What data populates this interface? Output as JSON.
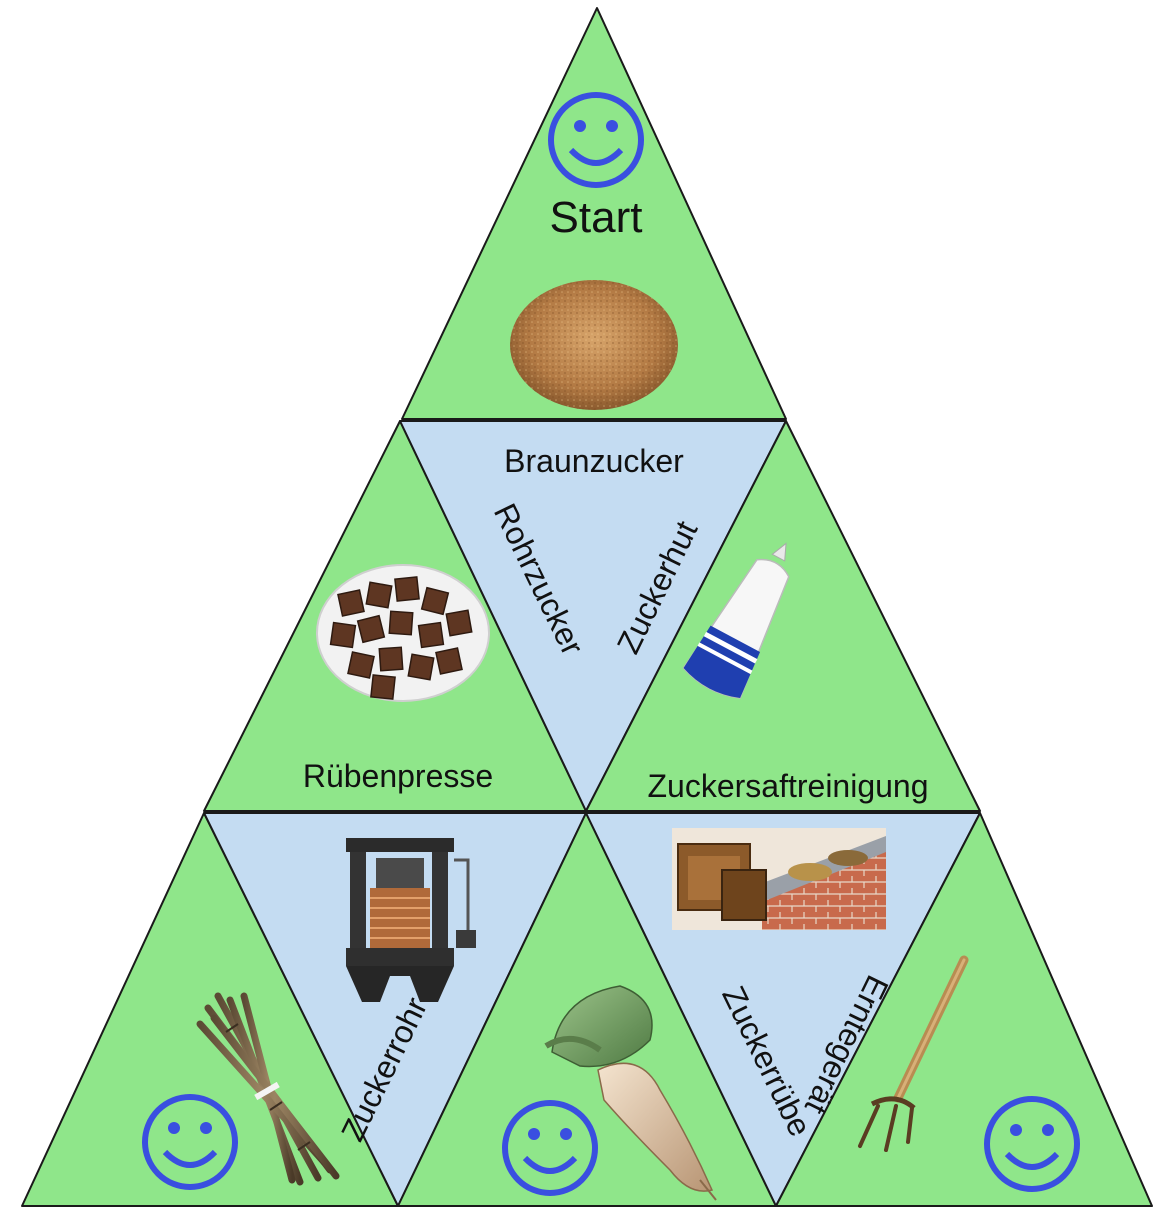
{
  "colors": {
    "green": "#8fe68a",
    "blue": "#c4dcf2",
    "outline": "#1a1a1a",
    "smiley": "#3a4fe0"
  },
  "labels": {
    "start": "Start",
    "braunzucker": "Braunzucker",
    "rohrzucker": "Rohrzucker",
    "zuckerhut": "Zuckerhut",
    "rubenpresse": "Rübenpresse",
    "zuckersaftreinigung": "Zuckersaftreinigung",
    "zuckerrohr": "Zuckerrohr",
    "zuckerrube": "Zuckerrübe",
    "erntegerat": "Erntegerät"
  },
  "images": {
    "brown_sugar_pile": "brown-sugar-pile",
    "sugar_cubes": "sugar-cubes",
    "sugarloaf": "sugarloaf",
    "beet_press": "beet-press-machine",
    "purification_vats": "sugar-juice-purification-vats",
    "sugar_cane_bundle": "sugar-cane-bundle",
    "sugar_beet": "sugar-beet",
    "harvest_fork": "harvest-fork-tool"
  },
  "icons": {
    "smiley": "smiley-icon"
  }
}
